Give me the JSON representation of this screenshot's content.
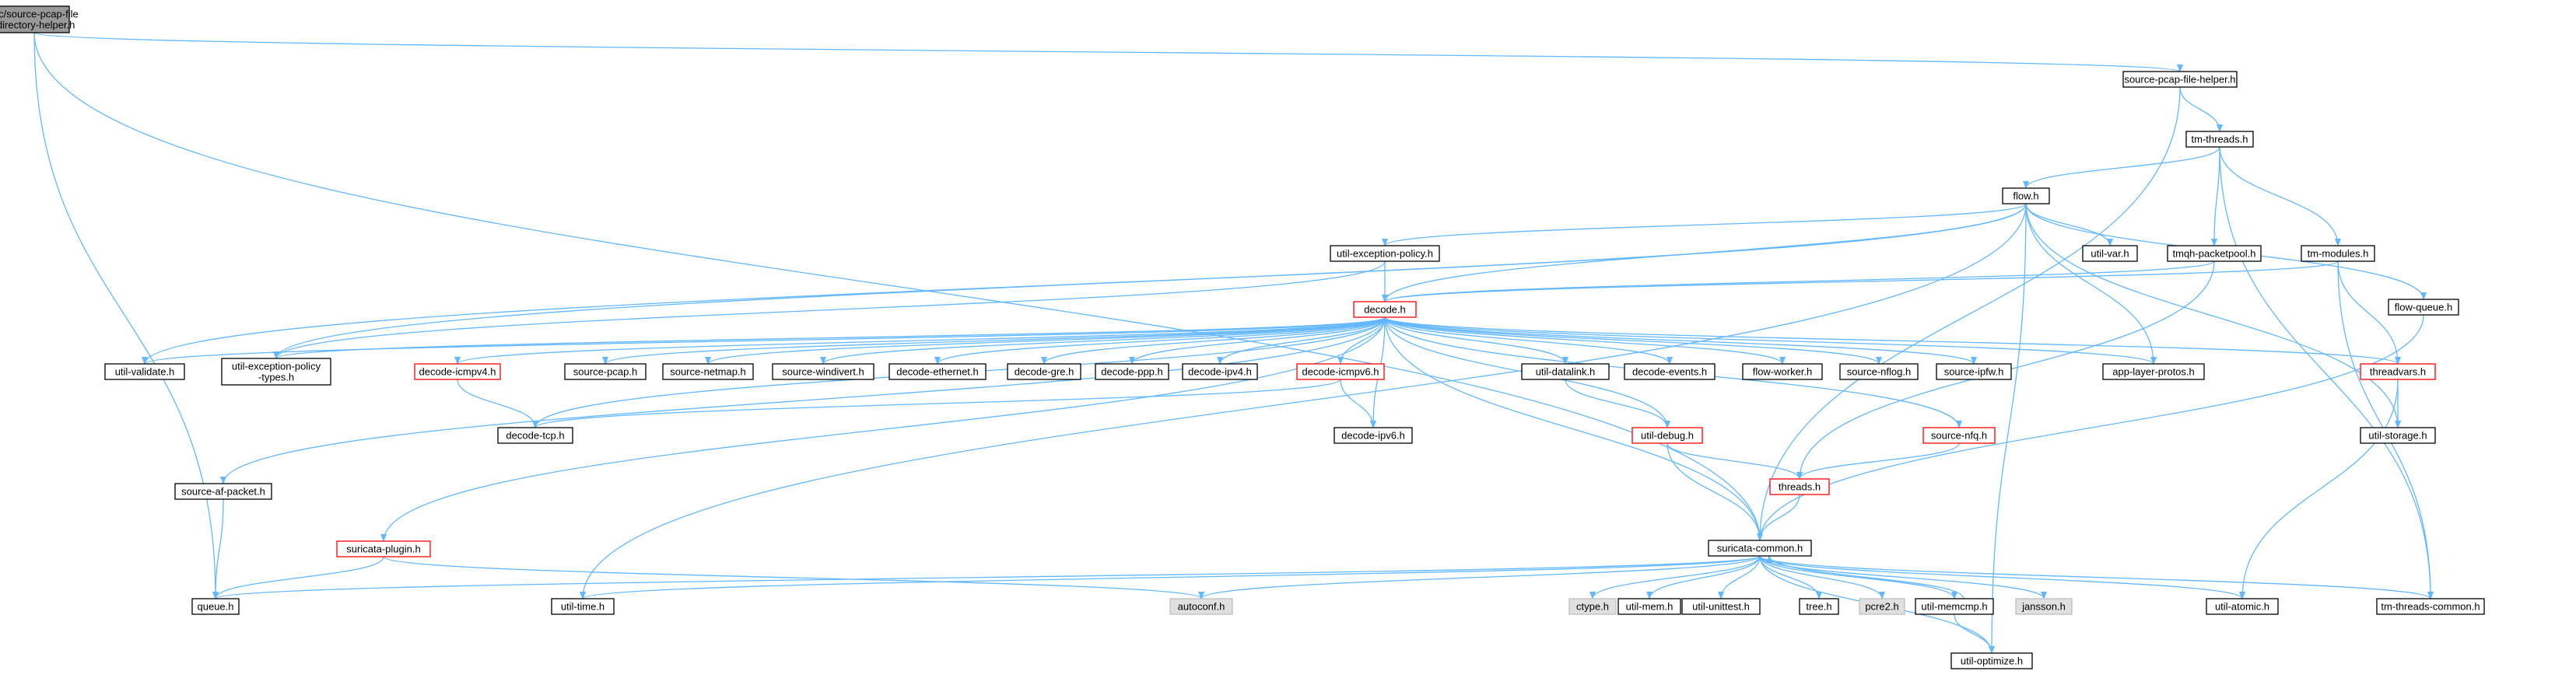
{
  "colors": {
    "edge": "#63b8ff",
    "node_border_default": "#000000",
    "node_border_truncated": "#ff0000",
    "node_fill_default": "#ffffff",
    "node_fill_root": "#999999",
    "node_fill_external": "#e0e0e0"
  },
  "nodes": [
    {
      "id": "root",
      "lines": [
        "src/source-pcap-file",
        "-directory-helper.h"
      ],
      "kind": "root"
    },
    {
      "id": "spfh",
      "lines": [
        "source-pcap-file-helper.h"
      ],
      "kind": "normal"
    },
    {
      "id": "tmthreads",
      "lines": [
        "tm-threads.h"
      ],
      "kind": "normal"
    },
    {
      "id": "flow",
      "lines": [
        "flow.h"
      ],
      "kind": "normal"
    },
    {
      "id": "uep",
      "lines": [
        "util-exception-policy.h"
      ],
      "kind": "normal"
    },
    {
      "id": "tmqh",
      "lines": [
        "tmqh-packetpool.h"
      ],
      "kind": "normal"
    },
    {
      "id": "tmmodules",
      "lines": [
        "tm-modules.h"
      ],
      "kind": "normal"
    },
    {
      "id": "utilvar",
      "lines": [
        "util-var.h"
      ],
      "kind": "normal"
    },
    {
      "id": "flowqueue",
      "lines": [
        "flow-queue.h"
      ],
      "kind": "normal"
    },
    {
      "id": "decode",
      "lines": [
        "decode.h"
      ],
      "kind": "truncated"
    },
    {
      "id": "utilvalidate",
      "lines": [
        "util-validate.h"
      ],
      "kind": "normal"
    },
    {
      "id": "ueptypes",
      "lines": [
        "util-exception-policy",
        "-types.h"
      ],
      "kind": "normal"
    },
    {
      "id": "decicmpv4",
      "lines": [
        "decode-icmpv4.h"
      ],
      "kind": "truncated"
    },
    {
      "id": "srcpcap",
      "lines": [
        "source-pcap.h"
      ],
      "kind": "normal"
    },
    {
      "id": "srcnetmap",
      "lines": [
        "source-netmap.h"
      ],
      "kind": "normal"
    },
    {
      "id": "srcwindivert",
      "lines": [
        "source-windivert.h"
      ],
      "kind": "normal"
    },
    {
      "id": "decether",
      "lines": [
        "decode-ethernet.h"
      ],
      "kind": "normal"
    },
    {
      "id": "decgre",
      "lines": [
        "decode-gre.h"
      ],
      "kind": "normal"
    },
    {
      "id": "decppp",
      "lines": [
        "decode-ppp.h"
      ],
      "kind": "normal"
    },
    {
      "id": "decipv4",
      "lines": [
        "decode-ipv4.h"
      ],
      "kind": "normal"
    },
    {
      "id": "decicmpv6",
      "lines": [
        "decode-icmpv6.h"
      ],
      "kind": "truncated"
    },
    {
      "id": "utildatalink",
      "lines": [
        "util-datalink.h"
      ],
      "kind": "normal"
    },
    {
      "id": "decevents",
      "lines": [
        "decode-events.h"
      ],
      "kind": "normal"
    },
    {
      "id": "flowworker",
      "lines": [
        "flow-worker.h"
      ],
      "kind": "normal"
    },
    {
      "id": "srcnflog",
      "lines": [
        "source-nflog.h"
      ],
      "kind": "normal"
    },
    {
      "id": "srcipfw",
      "lines": [
        "source-ipfw.h"
      ],
      "kind": "normal"
    },
    {
      "id": "applayer",
      "lines": [
        "app-layer-protos.h"
      ],
      "kind": "normal"
    },
    {
      "id": "threadvars",
      "lines": [
        "threadvars.h"
      ],
      "kind": "truncated"
    },
    {
      "id": "dectcp",
      "lines": [
        "decode-tcp.h"
      ],
      "kind": "normal"
    },
    {
      "id": "decipv6",
      "lines": [
        "decode-ipv6.h"
      ],
      "kind": "normal"
    },
    {
      "id": "utildebug",
      "lines": [
        "util-debug.h"
      ],
      "kind": "truncated"
    },
    {
      "id": "srcnfq",
      "lines": [
        "source-nfq.h"
      ],
      "kind": "truncated"
    },
    {
      "id": "utilstorage",
      "lines": [
        "util-storage.h"
      ],
      "kind": "normal"
    },
    {
      "id": "srcafpacket",
      "lines": [
        "source-af-packet.h"
      ],
      "kind": "normal"
    },
    {
      "id": "threads",
      "lines": [
        "threads.h"
      ],
      "kind": "truncated"
    },
    {
      "id": "surplugin",
      "lines": [
        "suricata-plugin.h"
      ],
      "kind": "truncated"
    },
    {
      "id": "surcommon",
      "lines": [
        "suricata-common.h"
      ],
      "kind": "normal"
    },
    {
      "id": "queue",
      "lines": [
        "queue.h"
      ],
      "kind": "normal"
    },
    {
      "id": "utiltime",
      "lines": [
        "util-time.h"
      ],
      "kind": "normal"
    },
    {
      "id": "autoconf",
      "lines": [
        "autoconf.h"
      ],
      "kind": "external"
    },
    {
      "id": "ctype",
      "lines": [
        "ctype.h"
      ],
      "kind": "external"
    },
    {
      "id": "utilmem",
      "lines": [
        "util-mem.h"
      ],
      "kind": "normal"
    },
    {
      "id": "utilunittest",
      "lines": [
        "util-unittest.h"
      ],
      "kind": "normal"
    },
    {
      "id": "tree",
      "lines": [
        "tree.h"
      ],
      "kind": "normal"
    },
    {
      "id": "pcre2",
      "lines": [
        "pcre2.h"
      ],
      "kind": "external"
    },
    {
      "id": "utilmemcmp",
      "lines": [
        "util-memcmp.h"
      ],
      "kind": "normal"
    },
    {
      "id": "jansson",
      "lines": [
        "jansson.h"
      ],
      "kind": "external"
    },
    {
      "id": "utilatomic",
      "lines": [
        "util-atomic.h"
      ],
      "kind": "normal"
    },
    {
      "id": "tmtc",
      "lines": [
        "tm-threads-common.h"
      ],
      "kind": "normal"
    },
    {
      "id": "utiloptimize",
      "lines": [
        "util-optimize.h"
      ],
      "kind": "normal"
    }
  ],
  "edges": [
    [
      "root",
      "spfh"
    ],
    [
      "root",
      "surcommon"
    ],
    [
      "root",
      "queue"
    ],
    [
      "spfh",
      "tmthreads"
    ],
    [
      "spfh",
      "surcommon"
    ],
    [
      "tmthreads",
      "flow"
    ],
    [
      "tmthreads",
      "tmqh"
    ],
    [
      "tmthreads",
      "tmmodules"
    ],
    [
      "tmthreads",
      "tmtc"
    ],
    [
      "flow",
      "uep"
    ],
    [
      "flow",
      "decode"
    ],
    [
      "flow",
      "utilvar"
    ],
    [
      "flow",
      "flowqueue"
    ],
    [
      "flow",
      "applayer"
    ],
    [
      "flow",
      "utilstorage"
    ],
    [
      "flow",
      "utilvalidate"
    ],
    [
      "flow",
      "ueptypes"
    ],
    [
      "flow",
      "utiltime"
    ],
    [
      "flow",
      "utiloptimize"
    ],
    [
      "uep",
      "decode"
    ],
    [
      "uep",
      "ueptypes"
    ],
    [
      "tmqh",
      "decode"
    ],
    [
      "tmqh",
      "threads"
    ],
    [
      "tmmodules",
      "decode"
    ],
    [
      "tmmodules",
      "threadvars"
    ],
    [
      "tmmodules",
      "tmtc"
    ],
    [
      "flowqueue",
      "surcommon"
    ],
    [
      "decode",
      "utilvalidate"
    ],
    [
      "decode",
      "ueptypes"
    ],
    [
      "decode",
      "decicmpv4"
    ],
    [
      "decode",
      "srcpcap"
    ],
    [
      "decode",
      "srcnetmap"
    ],
    [
      "decode",
      "srcwindivert"
    ],
    [
      "decode",
      "decether"
    ],
    [
      "decode",
      "decgre"
    ],
    [
      "decode",
      "decppp"
    ],
    [
      "decode",
      "decipv4"
    ],
    [
      "decode",
      "decicmpv6"
    ],
    [
      "decode",
      "utildatalink"
    ],
    [
      "decode",
      "decevents"
    ],
    [
      "decode",
      "flowworker"
    ],
    [
      "decode",
      "srcnflog"
    ],
    [
      "decode",
      "srcipfw"
    ],
    [
      "decode",
      "applayer"
    ],
    [
      "decode",
      "threadvars"
    ],
    [
      "decode",
      "dectcp"
    ],
    [
      "decode",
      "decipv6"
    ],
    [
      "decode",
      "utildebug"
    ],
    [
      "decode",
      "srcnfq"
    ],
    [
      "decode",
      "srcafpacket"
    ],
    [
      "decode",
      "surplugin"
    ],
    [
      "decode",
      "surcommon"
    ],
    [
      "decicmpv4",
      "dectcp"
    ],
    [
      "decicmpv6",
      "dectcp"
    ],
    [
      "decicmpv6",
      "decipv6"
    ],
    [
      "utildatalink",
      "utildebug"
    ],
    [
      "utildebug",
      "threads"
    ],
    [
      "utildebug",
      "surcommon"
    ],
    [
      "srcnfq",
      "threads"
    ],
    [
      "threadvars",
      "utilstorage"
    ],
    [
      "threadvars",
      "utilatomic"
    ],
    [
      "threads",
      "surcommon"
    ],
    [
      "srcafpacket",
      "queue"
    ],
    [
      "surplugin",
      "queue"
    ],
    [
      "surplugin",
      "autoconf"
    ],
    [
      "surcommon",
      "queue"
    ],
    [
      "surcommon",
      "utiltime"
    ],
    [
      "surcommon",
      "autoconf"
    ],
    [
      "surcommon",
      "ctype"
    ],
    [
      "surcommon",
      "utilmem"
    ],
    [
      "surcommon",
      "utilunittest"
    ],
    [
      "surcommon",
      "tree"
    ],
    [
      "surcommon",
      "pcre2"
    ],
    [
      "surcommon",
      "utilmemcmp"
    ],
    [
      "surcommon",
      "jansson"
    ],
    [
      "surcommon",
      "utilatomic"
    ],
    [
      "surcommon",
      "tmtc"
    ],
    [
      "surcommon",
      "utiloptimize"
    ],
    [
      "utilmemcmp",
      "utiloptimize"
    ],
    [
      "utilmemcmp",
      "surcommon"
    ]
  ]
}
